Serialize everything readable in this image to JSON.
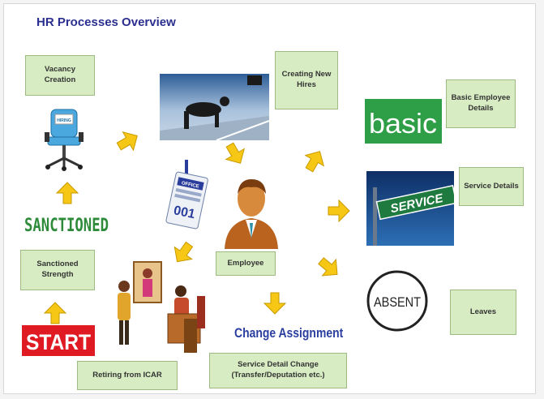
{
  "title": "HR Processes Overview",
  "boxes": {
    "vacancy_creation": "Vacancy Creation",
    "creating_new_hires": "Creating New Hires",
    "basic_employee_details": "Basic Employee Details",
    "service_details": "Service Details",
    "employee": "Employee",
    "sanctioned_strength": "Sanctioned Strength",
    "leaves": "Leaves",
    "retiring_from_icar": "Retiring from ICAR",
    "service_detail_change": "Service Detail Change (Transfer/Deputation etc.)"
  },
  "images": {
    "basic_word": "basic",
    "service_sign": "SERVICE",
    "absent_stamp": "ABSENT",
    "sanctioned_word": "SANCTIONED",
    "start_word": "START",
    "change_assignment": "Change Assignment",
    "badge_top": "OFFICE",
    "badge_bottom": "001",
    "chair_sign": "HIRING"
  },
  "colors": {
    "box_fill": "#d7ecc2",
    "arrow_fill": "#f6c715",
    "title": "#2b2f8f"
  }
}
